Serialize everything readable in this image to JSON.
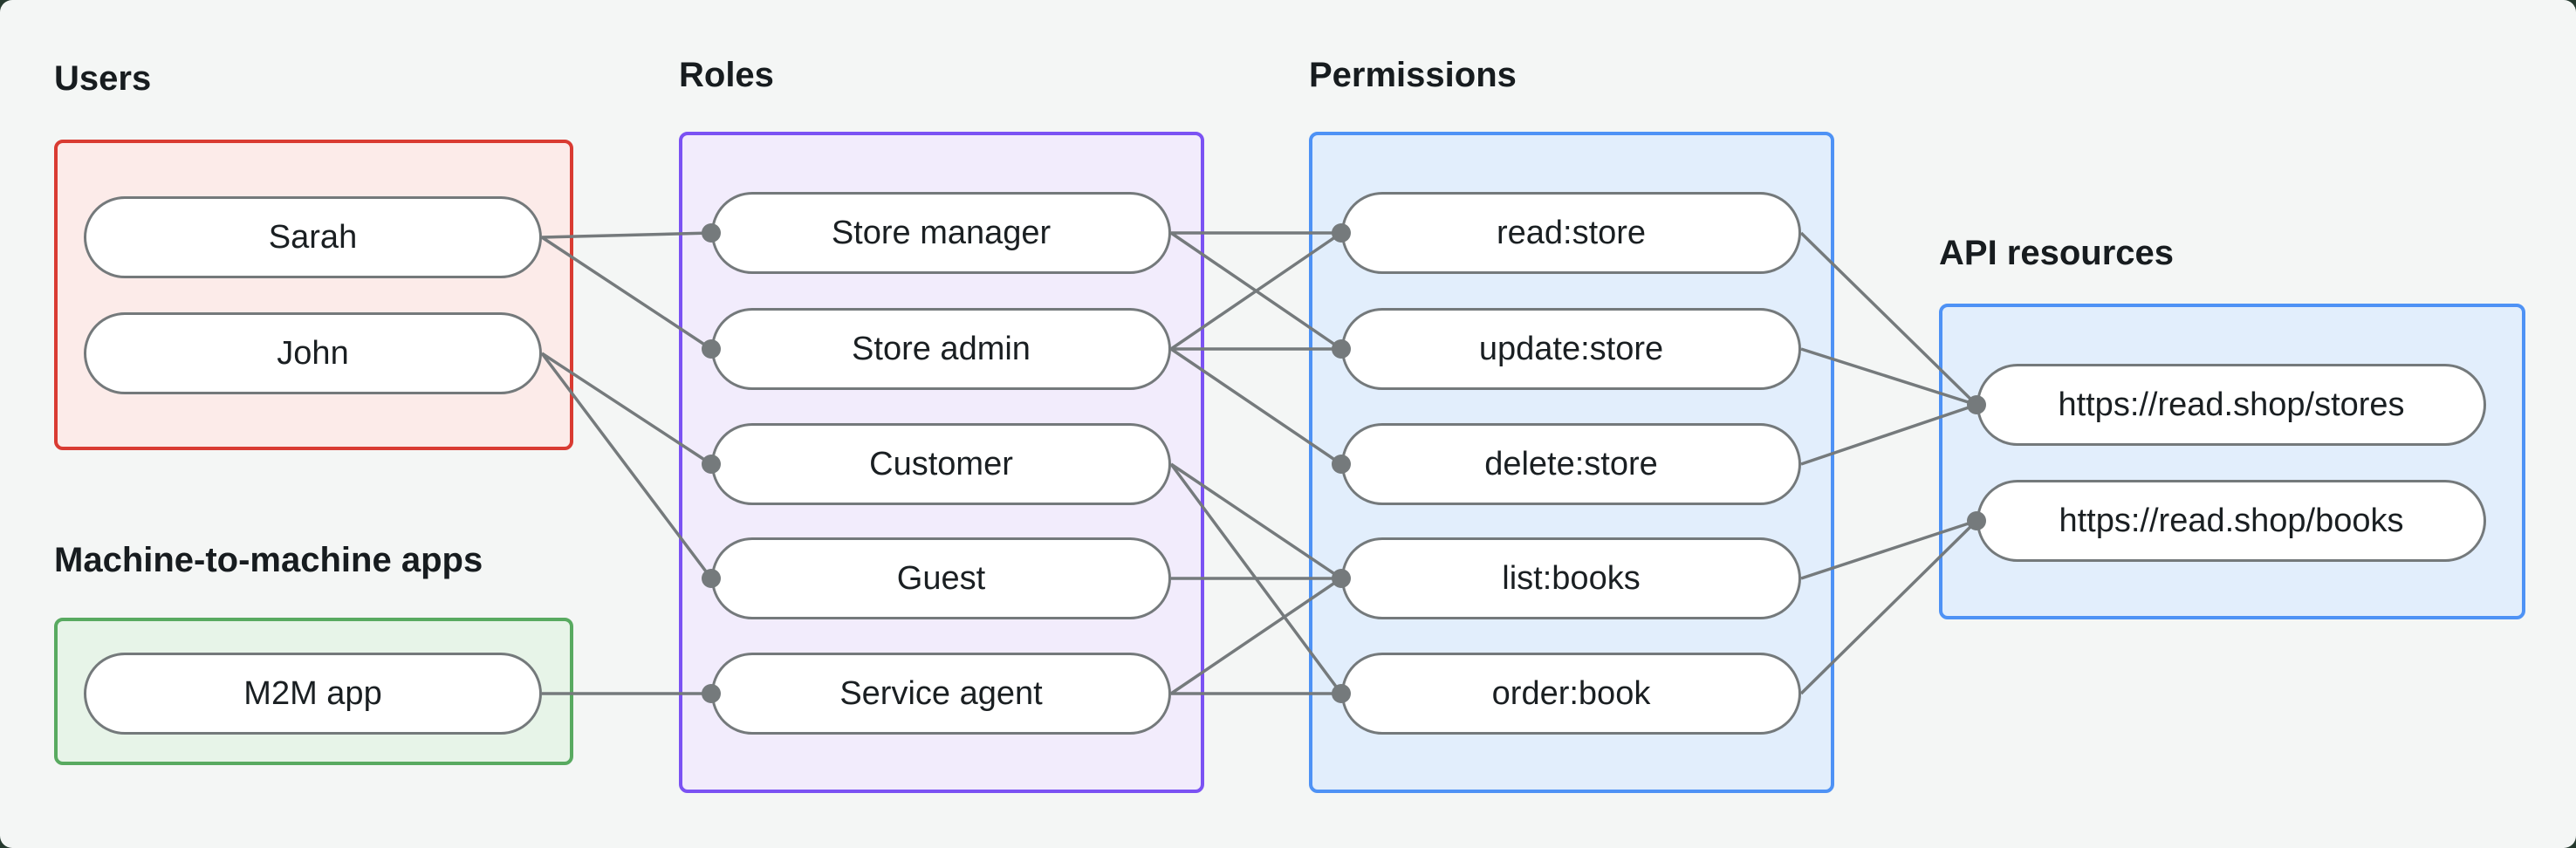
{
  "diagram": {
    "groups": [
      {
        "id": "users",
        "label": "Users",
        "items": [
          {
            "id": "sarah",
            "label": "Sarah"
          },
          {
            "id": "john",
            "label": "John"
          }
        ]
      },
      {
        "id": "m2m",
        "label": "Machine-to-machine apps",
        "items": [
          {
            "id": "m2m-app",
            "label": "M2M app"
          }
        ]
      },
      {
        "id": "roles",
        "label": "Roles",
        "items": [
          {
            "id": "store-manager",
            "label": "Store manager"
          },
          {
            "id": "store-admin",
            "label": "Store admin"
          },
          {
            "id": "customer",
            "label": "Customer"
          },
          {
            "id": "guest",
            "label": "Guest"
          },
          {
            "id": "service-agent",
            "label": "Service agent"
          }
        ]
      },
      {
        "id": "permissions",
        "label": "Permissions",
        "items": [
          {
            "id": "read-store",
            "label": "read:store"
          },
          {
            "id": "update-store",
            "label": "update:store"
          },
          {
            "id": "delete-store",
            "label": "delete:store"
          },
          {
            "id": "list-books",
            "label": "list:books"
          },
          {
            "id": "order-book",
            "label": "order:book"
          }
        ]
      },
      {
        "id": "api",
        "label": "API resources",
        "items": [
          {
            "id": "stores-api",
            "label": "https://read.shop/stores"
          },
          {
            "id": "books-api",
            "label": "https://read.shop/books"
          }
        ]
      }
    ],
    "edges": [
      [
        "sarah",
        "store-manager"
      ],
      [
        "sarah",
        "store-admin"
      ],
      [
        "john",
        "customer"
      ],
      [
        "john",
        "guest"
      ],
      [
        "m2m-app",
        "service-agent"
      ],
      [
        "store-manager",
        "read-store"
      ],
      [
        "store-manager",
        "update-store"
      ],
      [
        "store-admin",
        "read-store"
      ],
      [
        "store-admin",
        "update-store"
      ],
      [
        "store-admin",
        "delete-store"
      ],
      [
        "customer",
        "list-books"
      ],
      [
        "customer",
        "order-book"
      ],
      [
        "guest",
        "list-books"
      ],
      [
        "service-agent",
        "list-books"
      ],
      [
        "service-agent",
        "order-book"
      ],
      [
        "read-store",
        "stores-api"
      ],
      [
        "update-store",
        "stores-api"
      ],
      [
        "delete-store",
        "stores-api"
      ],
      [
        "list-books",
        "books-api"
      ],
      [
        "order-book",
        "books-api"
      ]
    ],
    "colors": {
      "background": "#f4f6f5",
      "users_border": "#d93b32",
      "users_fill": "#fcebe9",
      "m2m_border": "#58aa60",
      "m2m_fill": "#e7f4e8",
      "roles_border": "#7b52f3",
      "roles_fill": "#f2ecfc",
      "permissions_border": "#4e92f5",
      "permissions_fill": "#e2eefc",
      "api_border": "#4e92f5",
      "api_fill": "#e2eefc",
      "connector": "#757a7c",
      "node_border": "#74797b",
      "node_fill": "#ffffff",
      "text": "#1a1f22"
    }
  }
}
